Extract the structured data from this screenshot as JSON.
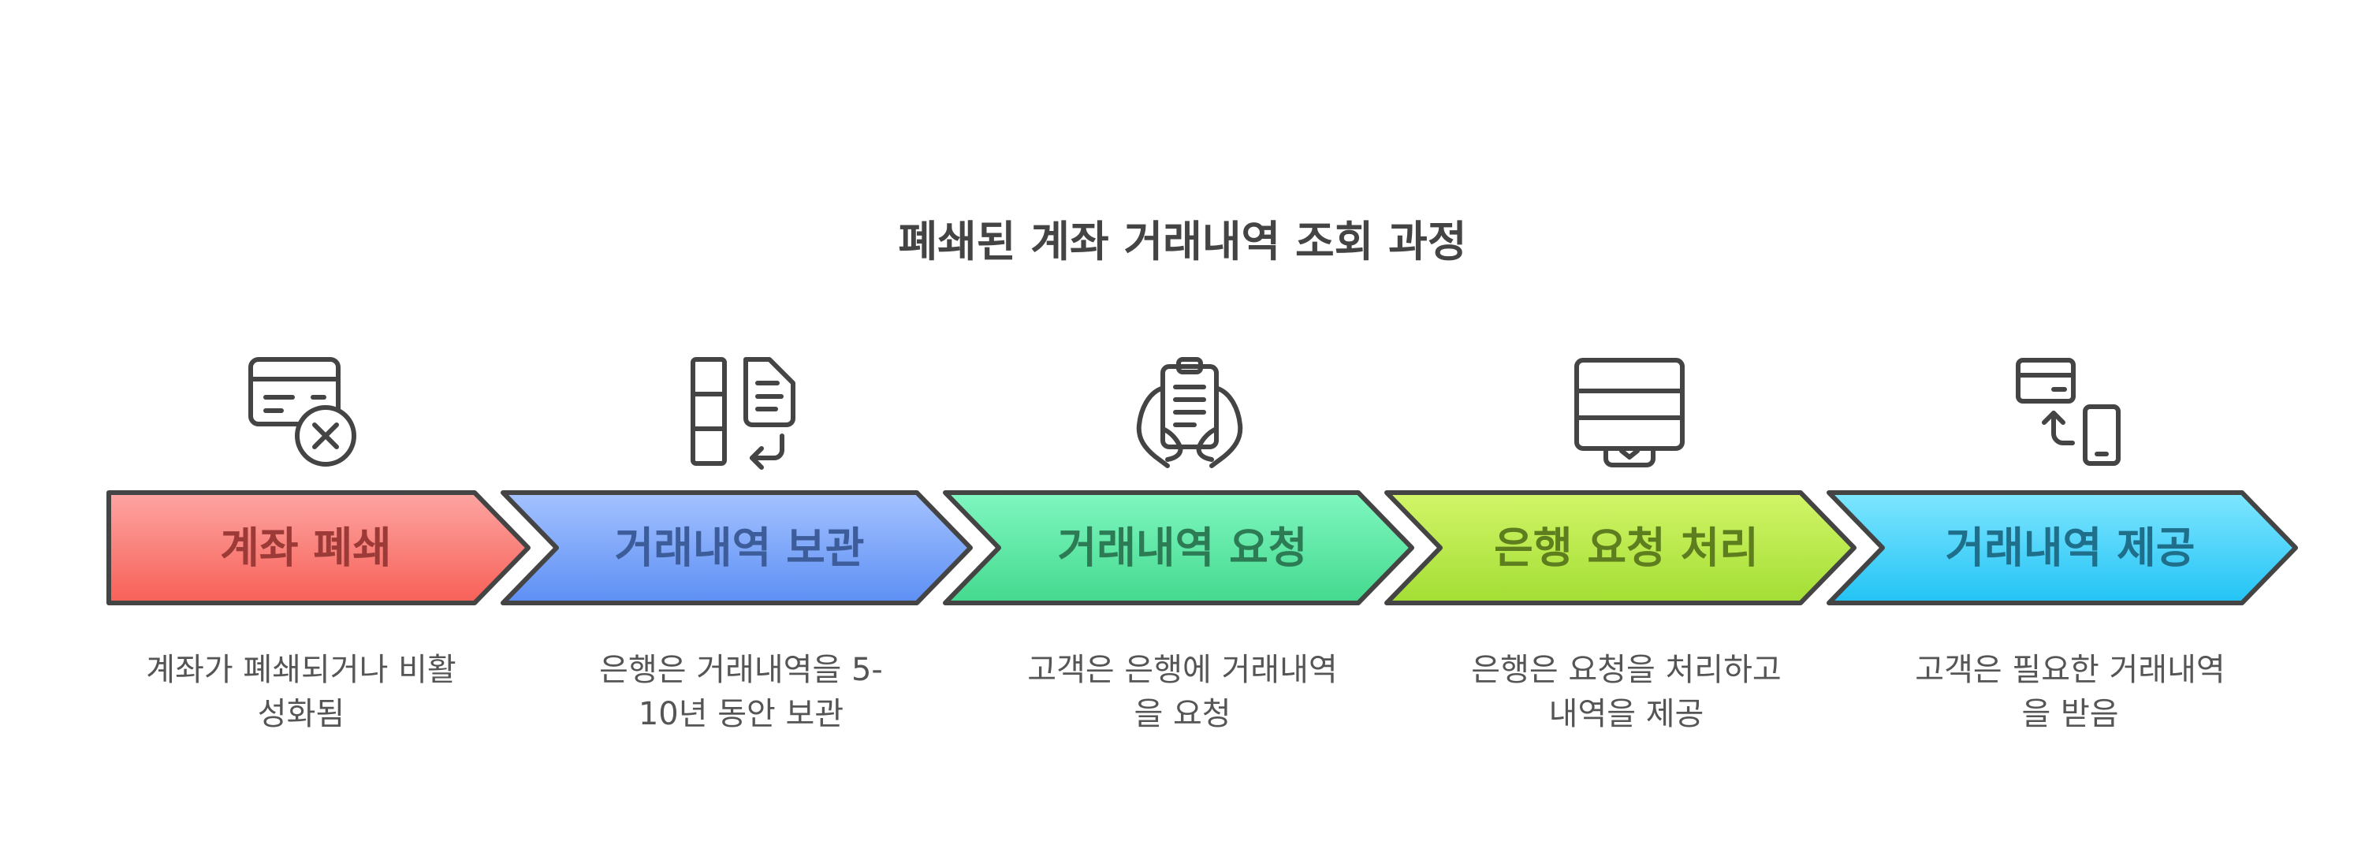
{
  "title": "폐쇄된 계좌 거래내역 조회 과정",
  "steps": [
    {
      "label": "계좌 폐쇄",
      "description": "계좌가 폐쇄되거나 비활성화됨",
      "icon": "credit-card-x-icon",
      "colors": {
        "top": "#fda5a2",
        "bottom": "#f76057",
        "text": "#9b3a37"
      }
    },
    {
      "label": "거래내역 보관",
      "description": "은행은 거래내역을 5-10년 동안 보관",
      "icon": "file-archive-return-icon",
      "colors": {
        "top": "#a4c2ff",
        "bottom": "#5d8ff4",
        "text": "#3c5c9a"
      }
    },
    {
      "label": "거래내역 요청",
      "description": "고객은 은행에 거래내역을 요청",
      "icon": "hands-holding-document-icon",
      "colors": {
        "top": "#7ff7c0",
        "bottom": "#44d98e",
        "text": "#2d7b55"
      }
    },
    {
      "label": "은행 요청 처리",
      "description": "은행은 요청을 처리하고 내역을 제공",
      "icon": "atm-dispenser-icon",
      "colors": {
        "top": "#d2f568",
        "bottom": "#a3de34",
        "text": "#5e7d1f"
      }
    },
    {
      "label": "거래내역 제공",
      "description": "고객은 필요한 거래내역을 받음",
      "icon": "card-to-phone-transfer-icon",
      "colors": {
        "top": "#7fe6ff",
        "bottom": "#22c3f5",
        "text": "#1f6e8a"
      }
    }
  ]
}
